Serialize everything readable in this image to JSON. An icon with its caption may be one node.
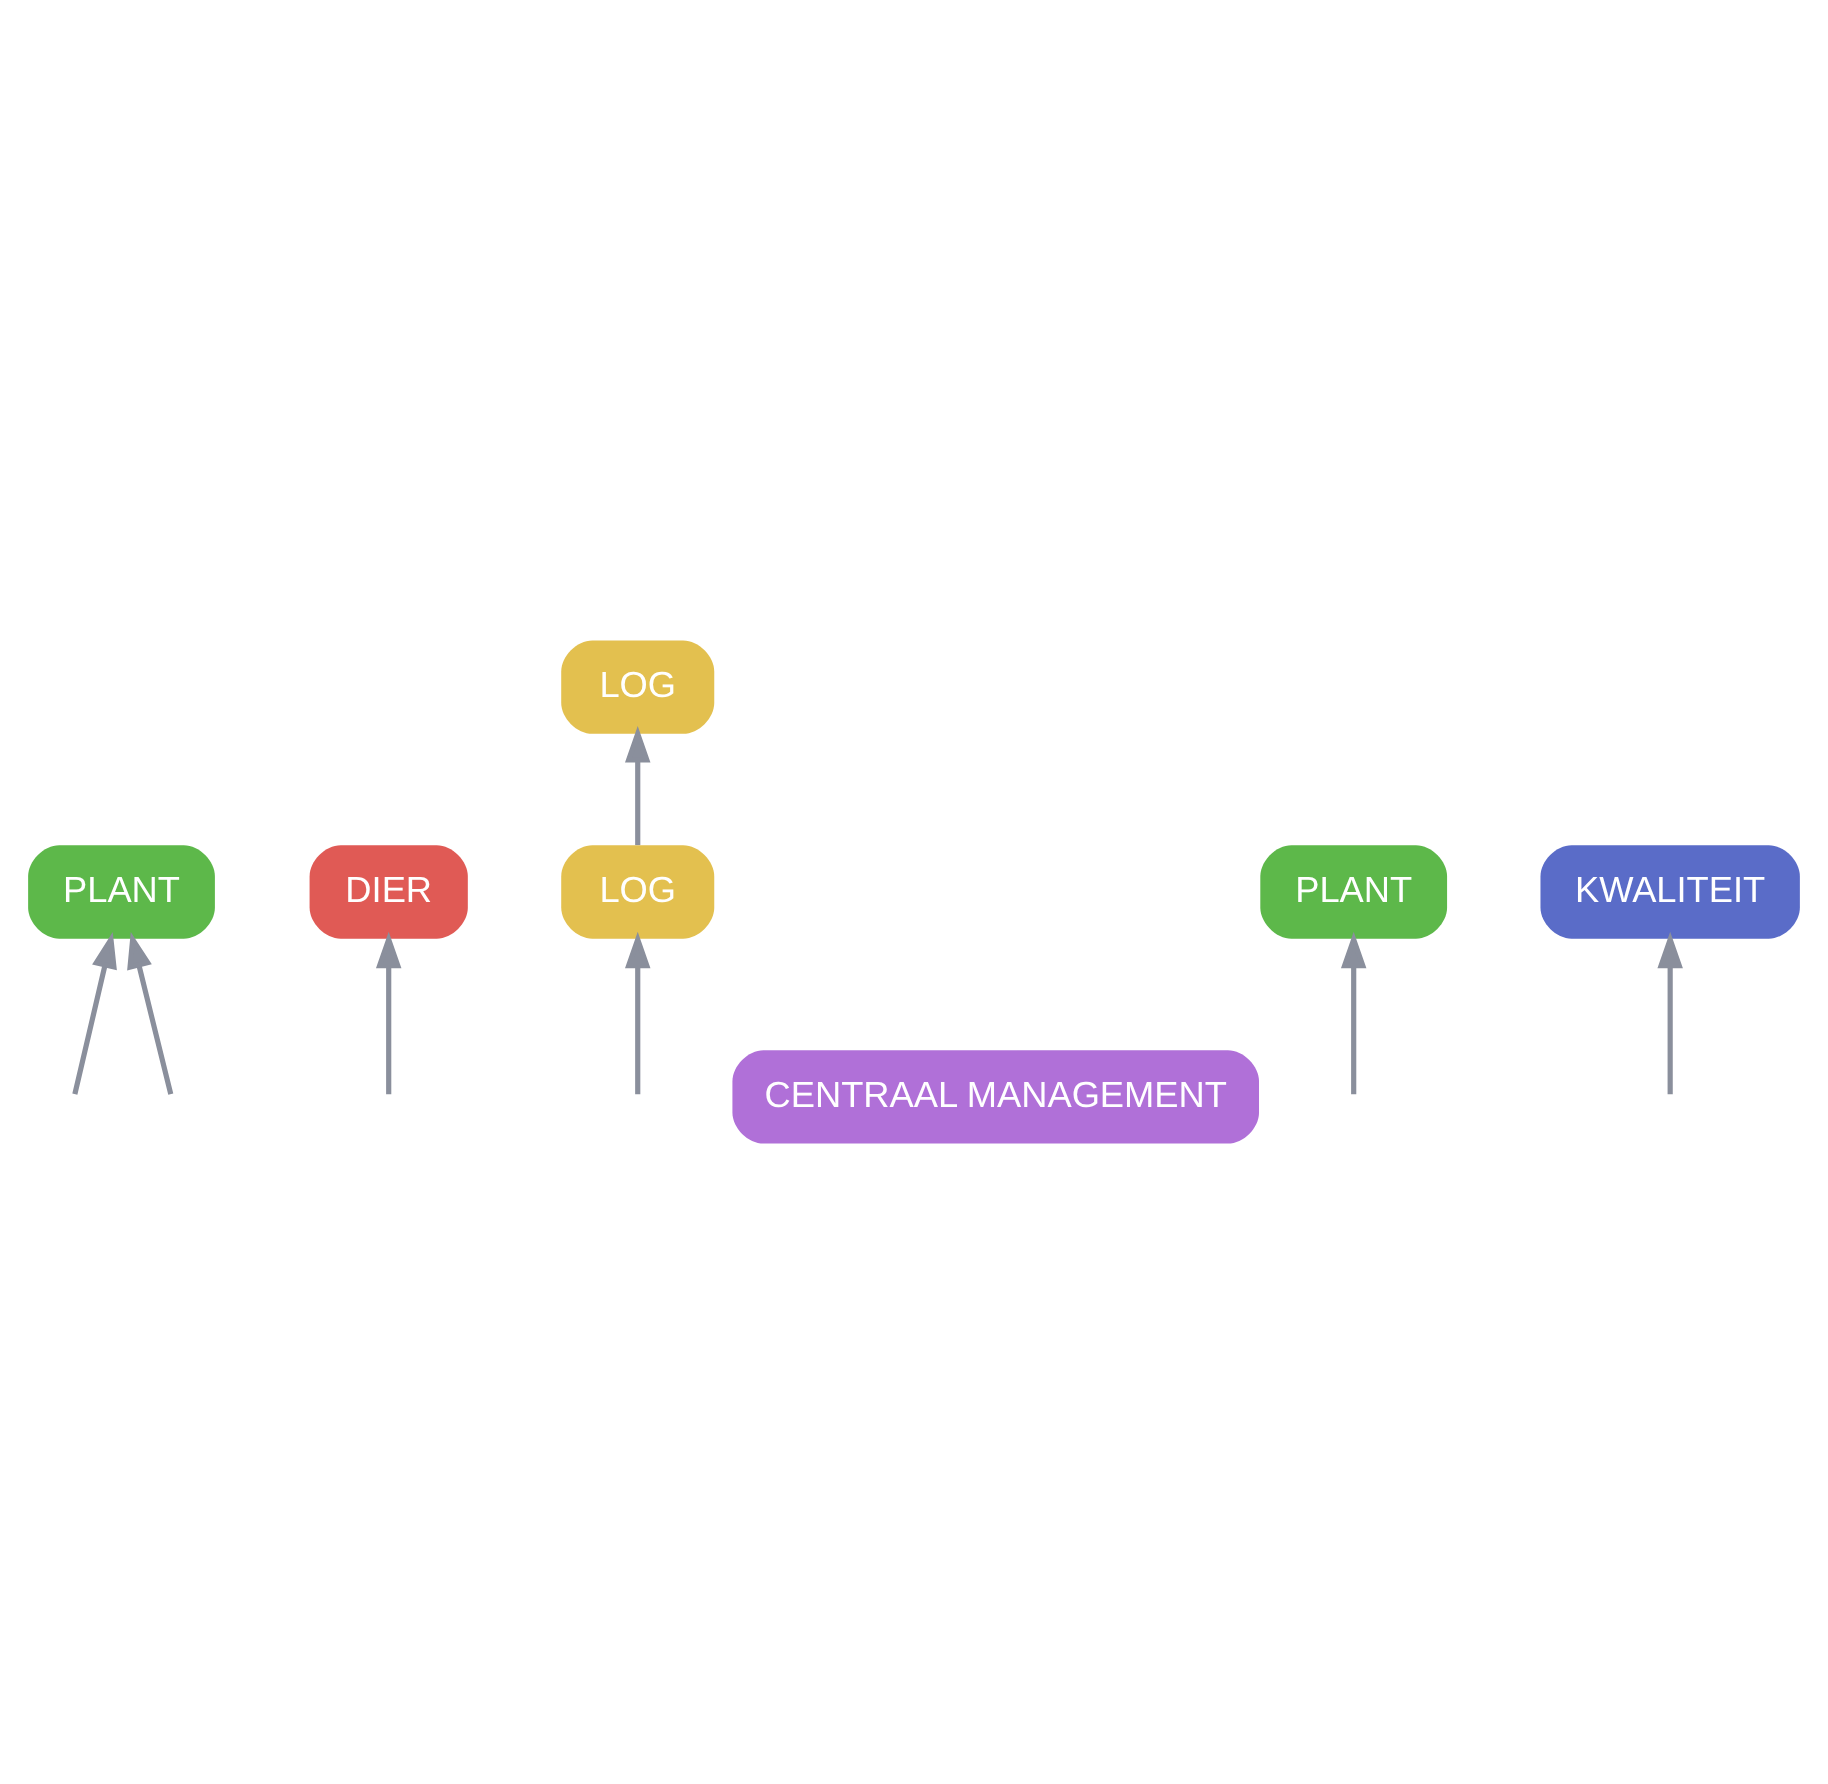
{
  "diagram": {
    "nodes": [
      {
        "text": [
          "PLANT"
        ]
      },
      {
        "text": [
          "DIER"
        ]
      },
      {
        "text": [
          "LOG"
        ]
      },
      {
        "text": [
          "LOG"
        ]
      },
      {
        "text": [
          "CENTRAAL MANAGEMENT"
        ]
      },
      {
        "text": [
          "PLANT"
        ]
      },
      {
        "text": [
          "KWALITEIT"
        ]
      }
    ],
    "edges": [
      {
        "from": null,
        "to": 0,
        "arrow": "to"
      },
      {
        "from": null,
        "to": 0,
        "arrow": "to"
      },
      {
        "from": null,
        "to": 1,
        "arrow": "to"
      },
      {
        "from": 3,
        "to": 2,
        "arrow": "to"
      },
      {
        "from": null,
        "to": 3,
        "arrow": "to"
      },
      {
        "from": null,
        "to": 5,
        "arrow": "to"
      },
      {
        "from": null,
        "to": 6,
        "arrow": "to"
      }
    ]
  }
}
